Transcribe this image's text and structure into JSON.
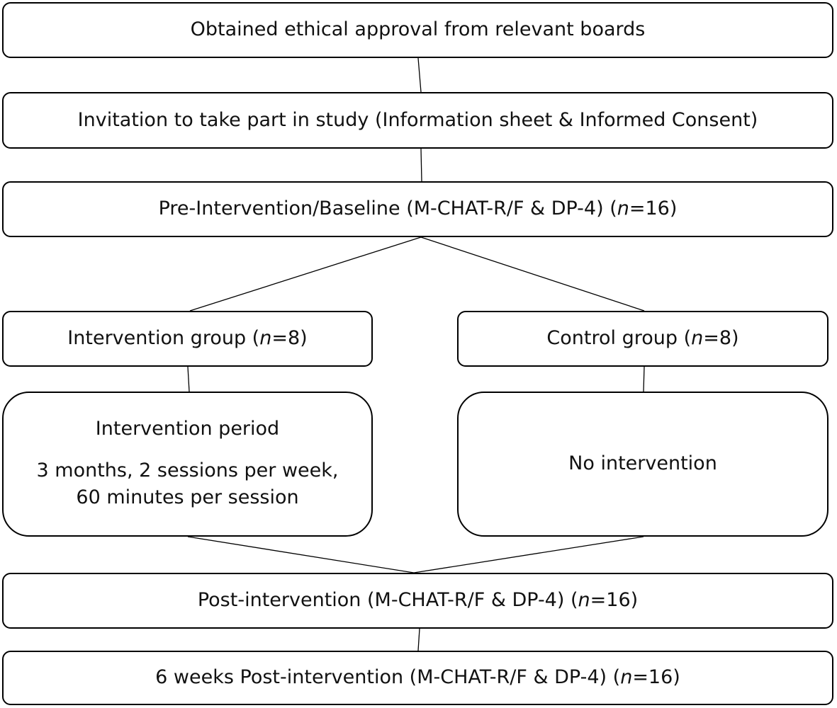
{
  "diagram": {
    "ethics": "Obtained ethical approval from relevant boards",
    "invitation": "Invitation to take part in study (Information sheet & Informed Consent)",
    "baseline": {
      "text": "Pre-Intervention/Baseline (M-CHAT-R/F & DP-4) (",
      "n": "n",
      "tail": "=16)"
    },
    "intervention_group": {
      "text": "Intervention group (",
      "n": "n",
      "tail": "=8)"
    },
    "control_group": {
      "text": "Control group (",
      "n": "n",
      "tail": "=8)"
    },
    "intervention_period": {
      "title": "Intervention period",
      "line1": "3 months, 2 sessions per week,",
      "line2": "60 minutes per session"
    },
    "no_intervention": "No intervention",
    "post": {
      "text": "Post-intervention (M-CHAT-R/F & DP-4) (",
      "n": "n",
      "tail": "=16)"
    },
    "followup": {
      "text": "6 weeks Post-intervention (M-CHAT-R/F & DP-4) (",
      "n": "n",
      "tail": "=16)"
    }
  }
}
